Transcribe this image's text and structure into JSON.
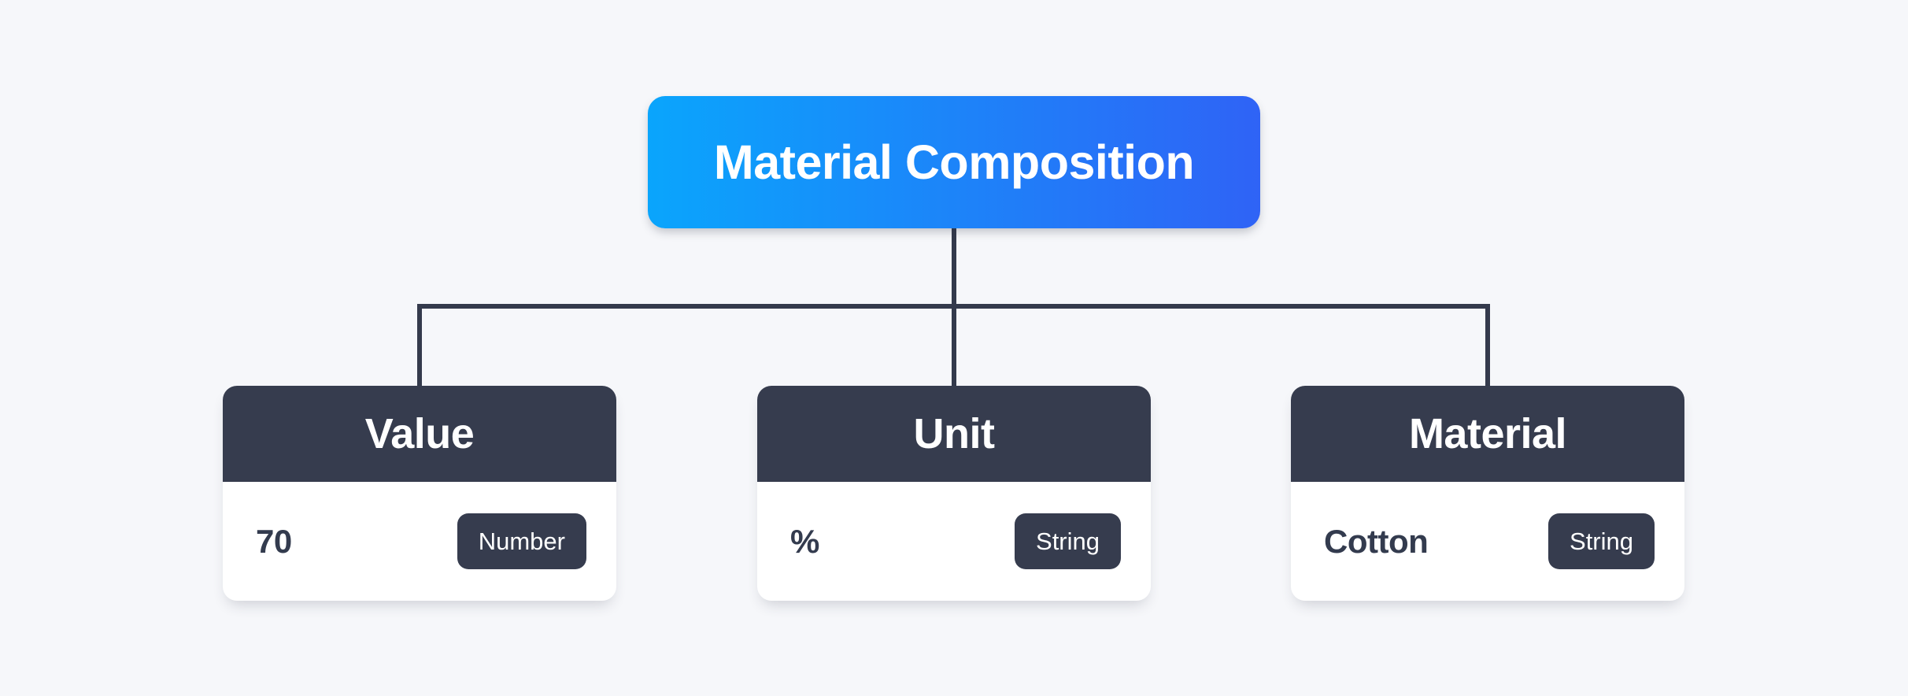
{
  "diagram": {
    "root": {
      "label": "Material Composition"
    },
    "nodes": [
      {
        "title": "Value",
        "value": "70",
        "type_badge": "Number"
      },
      {
        "title": "Unit",
        "value": "%",
        "type_badge": "String"
      },
      {
        "title": "Material",
        "value": "Cotton",
        "type_badge": "String"
      }
    ],
    "colors": {
      "background": "#f6f7fa",
      "root_gradient_start": "#0aa5fc",
      "root_gradient_end": "#2f63f6",
      "node_header": "#363c4e",
      "node_body": "#ffffff",
      "badge_background": "#363c4e",
      "connector": "#343a4c",
      "value_text": "#333b4e",
      "header_text": "#ffffff"
    }
  }
}
